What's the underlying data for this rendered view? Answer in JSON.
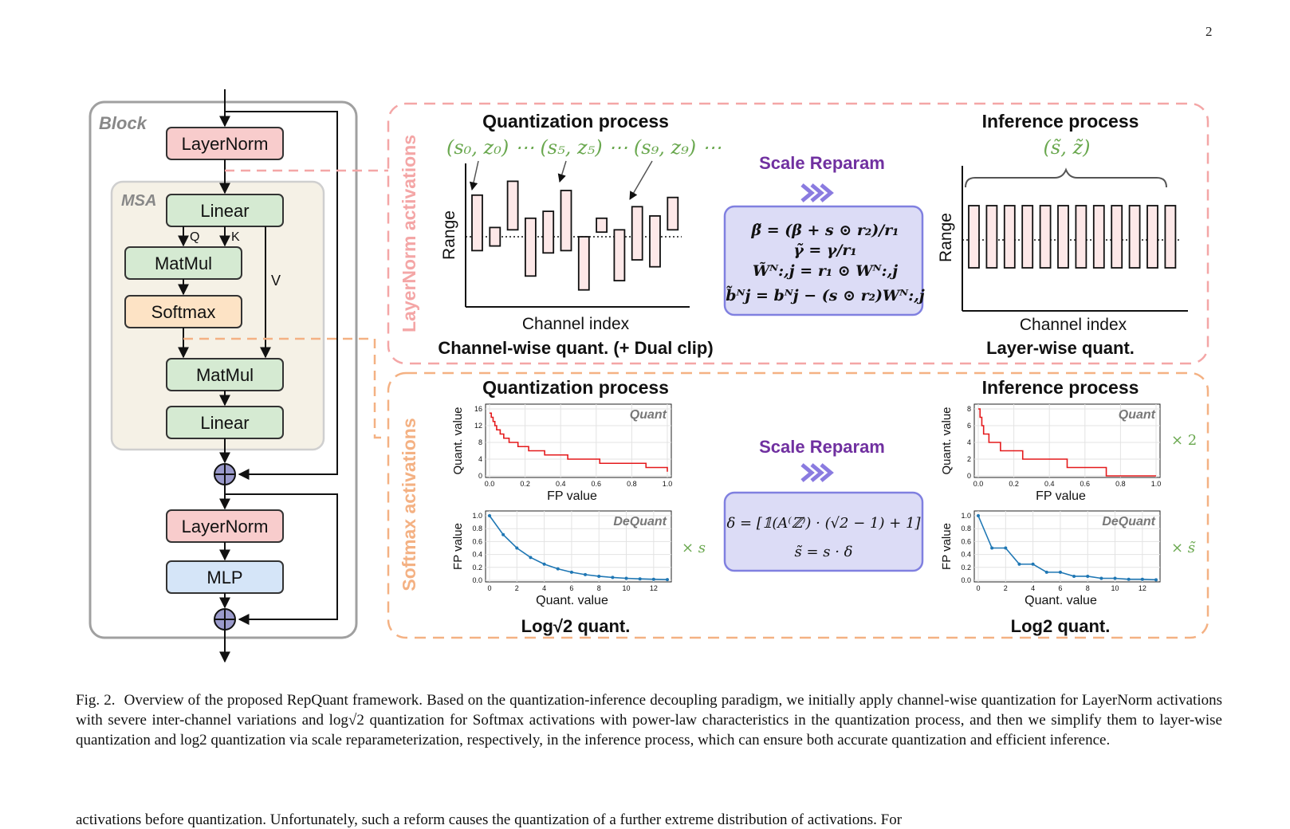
{
  "page": {
    "number": "2"
  },
  "block": {
    "title": "Block",
    "msa_title": "MSA",
    "layernorm1": "LayerNorm",
    "linear_qkv": "Linear",
    "q_label": "Q",
    "k_label": "K",
    "v_label": "V",
    "matmul1": "MatMul",
    "softmax": "Softmax",
    "matmul2": "MatMul",
    "linear_out": "Linear",
    "layernorm2": "LayerNorm",
    "mlp": "MLP"
  },
  "layernorm_panel": {
    "side_label": "LayerNorm activations",
    "quant_title": "Quantization process",
    "quant_params": "(s₀, z₀) ⋯ (s₅, z₅) ⋯ (s₉, z₉) ⋯",
    "quant_ylabel": "Range",
    "quant_xlabel": "Channel index",
    "quant_caption": "Channel-wise quant. (+ Dual clip)",
    "reparam_title": "Scale Reparam",
    "equations": [
      "β̃ = (β + s ⊙ r₂)/r₁",
      "γ̃ = γ/r₁",
      "W̃ᴺ:,j = r₁ ⊙ Wᴺ:,j",
      "b̃ᴺj = bᴺj − (s ⊙ r₂)Wᴺ:,j"
    ],
    "infer_title": "Inference process",
    "infer_params": "(s̃, z̃)",
    "infer_ylabel": "Range",
    "infer_xlabel": "Channel index",
    "infer_caption": "Layer-wise quant.",
    "channels": [
      {
        "low": -0.3,
        "high": 0.9
      },
      {
        "low": -0.2,
        "high": 0.2
      },
      {
        "low": 0.15,
        "high": 1.2
      },
      {
        "low": -0.85,
        "high": 0.4
      },
      {
        "low": -0.35,
        "high": 0.55
      },
      {
        "low": -0.3,
        "high": 1.0
      },
      {
        "low": -1.15,
        "high": 0.0
      },
      {
        "low": 0.1,
        "high": 0.4
      },
      {
        "low": -0.95,
        "high": 0.15
      },
      {
        "low": -0.5,
        "high": 0.65
      },
      {
        "low": -0.65,
        "high": 0.45
      },
      {
        "low": 0.15,
        "high": 0.85
      }
    ],
    "infer_channels": 12
  },
  "softmax_panel": {
    "side_label": "Softmax activations",
    "quant_title": "Quantization process",
    "reparam_title": "Scale Reparam",
    "equations": [
      "δ = [𝟙(A⁽ℤ⁾) · (√2 − 1) + 1]",
      "s̃ = s · δ"
    ],
    "quant_caption": "Log√2 quant.",
    "infer_title": "Inference process",
    "infer_caption": "Log2 quant.",
    "times_s": "× s",
    "times_2": "× 2",
    "times_stilde": "× s̃",
    "charts": [
      {
        "id": "log_sqrt2_quant",
        "tag": "Quant",
        "xlabel": "FP value",
        "ylabel": "Quant. value",
        "xticks": [
          "0.0",
          "0.2",
          "0.4",
          "0.6",
          "0.8",
          "1.0"
        ],
        "yticks": [
          "0",
          "4",
          "8",
          "12",
          "16"
        ]
      },
      {
        "id": "log_sqrt2_dequant",
        "tag": "DeQuant",
        "xlabel": "Quant. value",
        "ylabel": "FP value",
        "xticks": [
          "0",
          "2",
          "4",
          "6",
          "8",
          "10",
          "12"
        ],
        "yticks": [
          "0.0",
          "0.2",
          "0.4",
          "0.6",
          "0.8",
          "1.0"
        ]
      },
      {
        "id": "log2_quant",
        "tag": "Quant",
        "xlabel": "FP value",
        "ylabel": "Quant. value",
        "xticks": [
          "0.0",
          "0.2",
          "0.4",
          "0.6",
          "0.8",
          "1.0"
        ],
        "yticks": [
          "0",
          "2",
          "4",
          "6",
          "8"
        ]
      },
      {
        "id": "log2_dequant",
        "tag": "DeQuant",
        "xlabel": "Quant. value",
        "ylabel": "FP value",
        "xticks": [
          "0",
          "2",
          "4",
          "6",
          "8",
          "10",
          "12"
        ],
        "yticks": [
          "0.0",
          "0.2",
          "0.4",
          "0.6",
          "0.8",
          "1.0"
        ]
      }
    ]
  },
  "chart_data": [
    {
      "type": "bar",
      "title": "Quantization process",
      "xlabel": "Channel index",
      "ylabel": "Range",
      "series": [
        {
          "values": "per-channel ranges (see layernorm_panel.channels)"
        }
      ]
    },
    {
      "type": "line",
      "xlabel": "FP value",
      "ylabel": "Quant. value",
      "xlim": [
        0,
        1
      ],
      "ylim": [
        0,
        16
      ],
      "x": [
        0.0,
        0.01,
        0.02,
        0.03,
        0.04,
        0.06,
        0.08,
        0.11,
        0.16,
        0.22,
        0.31,
        0.44,
        0.62,
        0.88,
        1.0
      ],
      "y": [
        15,
        14,
        13,
        12,
        11,
        10,
        9,
        8,
        7,
        6,
        5,
        4,
        3,
        2,
        1
      ]
    },
    {
      "type": "line",
      "xlabel": "Quant. value",
      "ylabel": "FP value",
      "xlim": [
        0,
        13
      ],
      "ylim": [
        0,
        1
      ],
      "x": [
        0,
        1,
        2,
        3,
        4,
        5,
        6,
        7,
        8,
        9,
        10,
        11,
        12,
        13
      ],
      "y": [
        1.0,
        0.707,
        0.5,
        0.354,
        0.25,
        0.177,
        0.125,
        0.088,
        0.0625,
        0.044,
        0.031,
        0.022,
        0.016,
        0.011
      ]
    },
    {
      "type": "line",
      "xlabel": "FP value",
      "ylabel": "Quant. value",
      "xlim": [
        0,
        1
      ],
      "ylim": [
        0,
        8
      ],
      "x": [
        0.0,
        0.01,
        0.02,
        0.03,
        0.06,
        0.125,
        0.25,
        0.5,
        0.72,
        1.0
      ],
      "y": [
        8,
        7,
        6,
        5,
        4,
        3,
        2,
        1,
        0,
        0
      ]
    },
    {
      "type": "line",
      "xlabel": "Quant. value",
      "ylabel": "FP value",
      "xlim": [
        0,
        13
      ],
      "ylim": [
        0,
        1
      ],
      "x": [
        0,
        1,
        2,
        3,
        4,
        5,
        6,
        7,
        8,
        9,
        10,
        11,
        12,
        13
      ],
      "y": [
        1.0,
        0.5,
        0.5,
        0.25,
        0.25,
        0.125,
        0.125,
        0.0625,
        0.0625,
        0.031,
        0.031,
        0.016,
        0.016,
        0.008
      ]
    }
  ],
  "caption": {
    "label": "Fig. 2.",
    "text": "Overview of the proposed RepQuant framework. Based on the quantization-inference decoupling paradigm, we initially apply channel-wise quantization for LayerNorm activations with severe inter-channel variations and log√2 quantization for Softmax activations with power-law characteristics in the quantization process, and then we simplify them to layer-wise quantization and log2 quantization via scale reparameterization, respectively, in the inference process, which can ensure both accurate quantization and efficient inference.",
    "next_line": "activations before quantization. Unfortunately, such a reform causes the quantization of a further extreme distribution of activations. For"
  },
  "colors": {
    "layernorm_fill": "#f8cccc",
    "linear_fill": "#d5ead2",
    "softmax_fill": "#fde3c5",
    "mlp_fill": "#d5e5f8",
    "msa_fill": "#f5f1e6",
    "pink_dash": "#f4a6a6",
    "orange_dash": "#f4b183",
    "param_green": "#6aa84f",
    "reparam_purple": "#7030a0",
    "eq_box_fill": "#dcdcf6",
    "eq_box_stroke": "#8080e0",
    "quant_line": "#e41a1c",
    "dequant_line": "#1f77b4"
  }
}
